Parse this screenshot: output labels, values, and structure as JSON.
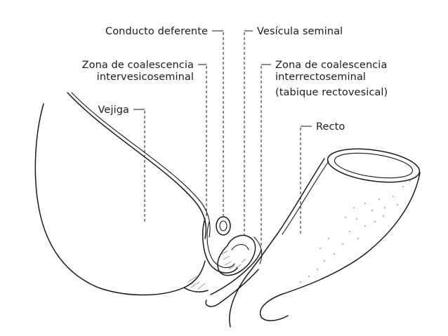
{
  "figure": {
    "labels": {
      "conducto_deferente": "Conducto deferente",
      "vesicula_seminal": "Vesícula seminal",
      "zona_interves_line1": "Zona de coalescencia",
      "zona_interves_line2": "intervesicoseminal",
      "zona_interrect_line1": "Zona de coalescencia",
      "zona_interrect_line2": "interrectoseminal",
      "zona_interrect_line3": "(tabique rectovesical)",
      "vejiga": "Vejiga",
      "recto": "Recto"
    }
  }
}
